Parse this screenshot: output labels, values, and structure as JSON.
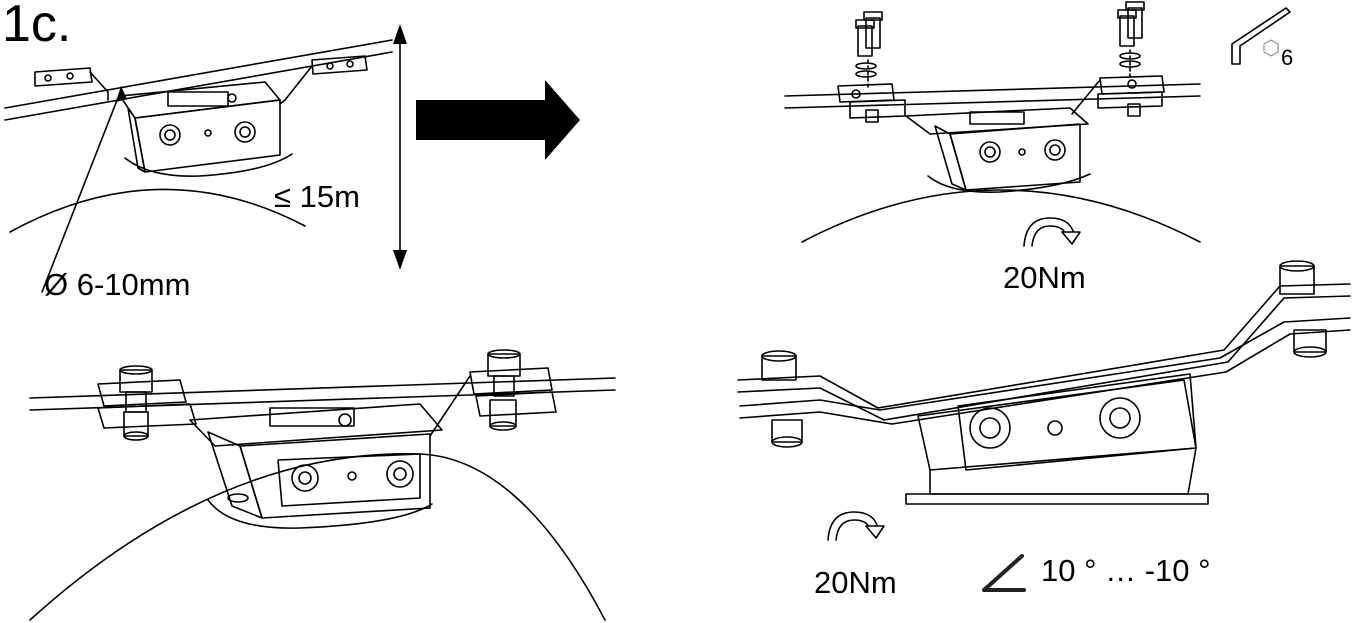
{
  "step": {
    "label": "1c."
  },
  "panel_top_left": {
    "max_height": "≤ 15m",
    "cable_diameter": "Ø 6-10mm"
  },
  "panel_top_right": {
    "torque": "20Nm",
    "hex_key_size": "6"
  },
  "panel_bottom_right": {
    "torque": "20Nm",
    "tilt_range": "10 °  … -10 °"
  },
  "icons": [
    "right-arrow-icon",
    "hex-key-icon",
    "rotate-clockwise-icon",
    "angle-icon"
  ]
}
